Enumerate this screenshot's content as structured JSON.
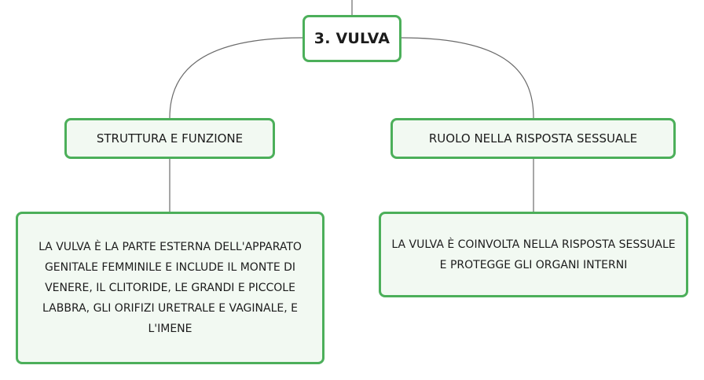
{
  "root": {
    "label": "3. VULVA"
  },
  "branches": [
    {
      "label": "STRUTTURA E FUNZIONE",
      "detail": "LA VULVA È LA PARTE ESTERNA DELL'APPARATO GENITALE FEMMINILE E INCLUDE IL MONTE DI VENERE, IL CLITORIDE, LE GRANDI E PICCOLE LABBRA, GLI ORIFIZI URETRALE E VAGINALE, E L'IMENE"
    },
    {
      "label": "RUOLO NELLA RISPOSTA SESSUALE",
      "detail": "LA VULVA È COINVOLTA NELLA RISPOSTA SESSUALE E PROTEGGE GLI ORGANI INTERNI"
    }
  ],
  "colors": {
    "node_border": "#4caf5a",
    "node_fill": "#f2f9f2",
    "connector": "#6b6b6b"
  }
}
